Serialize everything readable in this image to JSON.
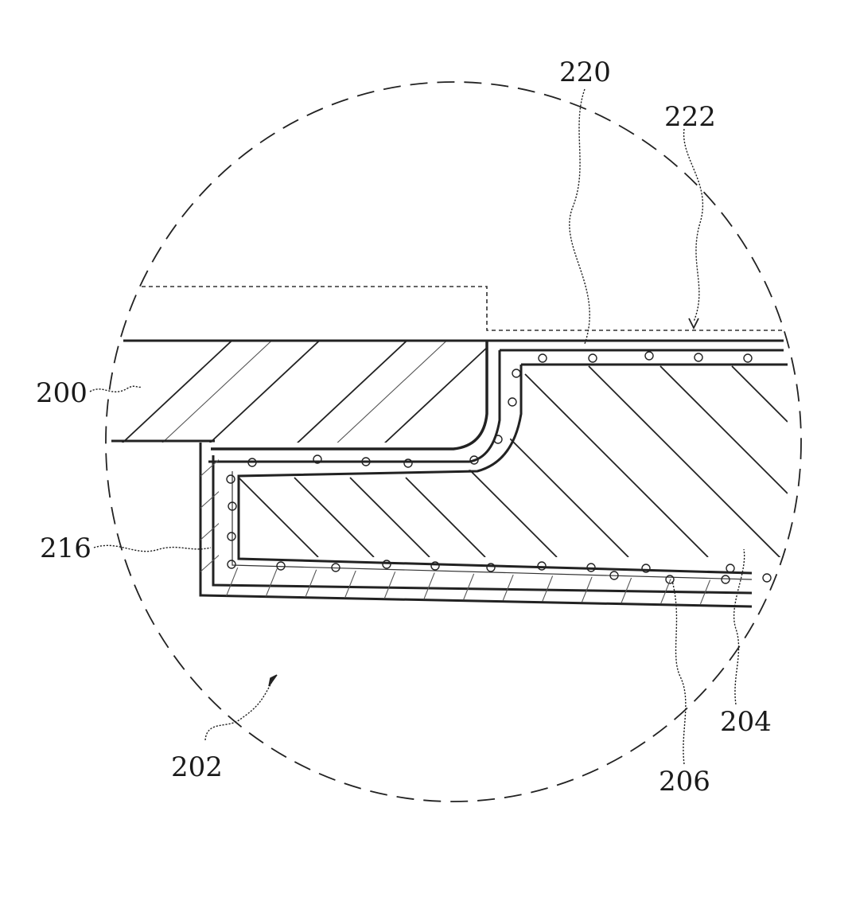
{
  "labels": {
    "ref_200": "200",
    "ref_202": "202",
    "ref_204": "204",
    "ref_206": "206",
    "ref_216": "216",
    "ref_220": "220",
    "ref_222": "222"
  },
  "colors": {
    "ink": "#222222",
    "background": "#ffffff"
  }
}
